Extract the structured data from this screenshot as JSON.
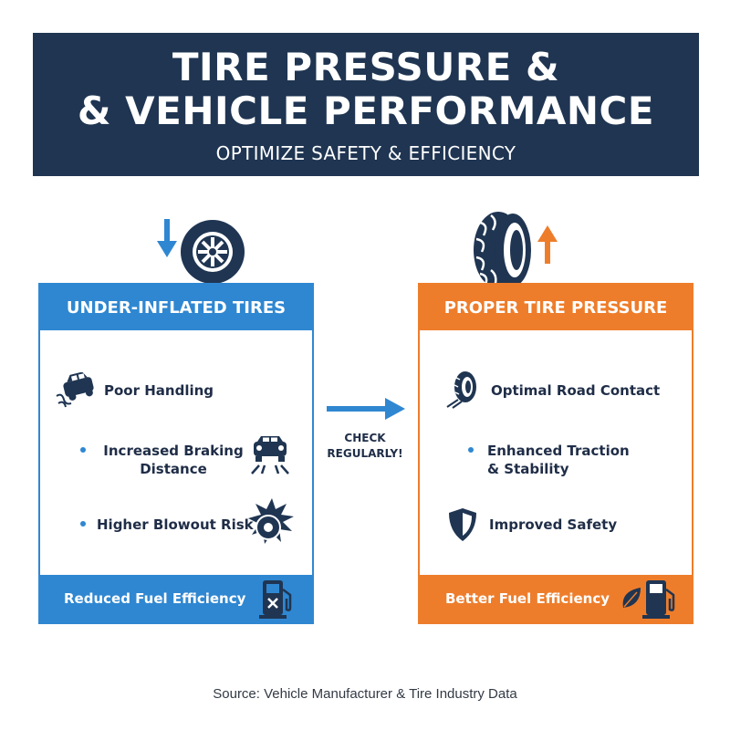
{
  "header": {
    "title_line1": "TIRE PRESSURE &",
    "title_line2": "& VEHICLE PERFORMANCE",
    "subtitle": "OPTIMIZE SAFETY & EFFICIENCY"
  },
  "left_panel": {
    "title": "UNDER-INFLATED TIRES",
    "items": [
      "Poor Handling",
      "Increased Braking Distance",
      "Higher Blowout Risk"
    ],
    "footer": "Reduced Fuel Efficiency"
  },
  "right_panel": {
    "title": "PROPER TIRE PRESSURE",
    "items": [
      "Optimal Road Contact",
      "Enhanced Traction & Stability",
      "Improved Safety"
    ],
    "footer": "Better Fuel Efficiency"
  },
  "center": {
    "label_line1": "CHECK",
    "label_line2": "REGULARLY!"
  },
  "source": "Source: Vehicle Manufacturer & Tire Industry Data",
  "colors": {
    "navy": "#1f3552",
    "blue": "#2f87d1",
    "orange": "#ee7d2b"
  },
  "icons": [
    "down-arrow-icon",
    "wheel-icon",
    "tire-tread-icon",
    "up-arrow-icon",
    "skidding-car-icon",
    "braking-car-icon",
    "blowout-icon",
    "fuel-pump-x-icon",
    "tire-road-icon",
    "shield-icon",
    "fuel-pump-leaf-icon",
    "right-arrow-icon"
  ]
}
